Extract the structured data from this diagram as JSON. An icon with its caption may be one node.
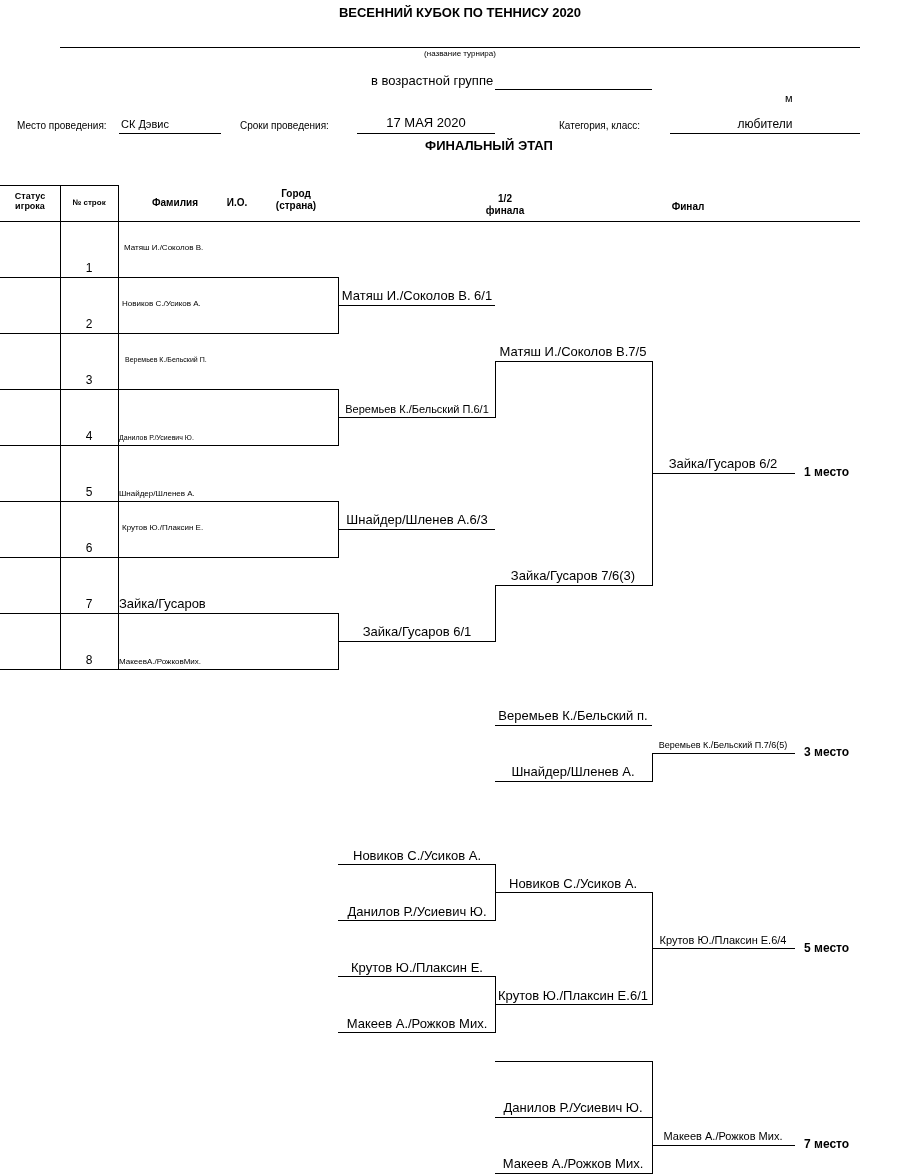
{
  "diagram": {
    "title": "ВЕСЕННИЙ КУБОК ПО ТЕННИСУ 2020",
    "labels": [
      "(название турнира)",
      "в возрастной группе",
      "м",
      "Место проведения:",
      "СК Дэвис",
      "Сроки проведения:",
      "17 МАЯ 2020",
      "Категория, класс:",
      "любители",
      "ФИНАЛЬНЫЙ ЭТАП",
      "Статус игрока",
      "№ строк",
      "Фамилия",
      "И.О.",
      "Город (страна)",
      "1/2 финала",
      "Финал",
      "Матяш И./Соколов В.",
      "1",
      "Матяш И./Соколов В. 6/1",
      "Новиков С./Усиков А.",
      "2",
      "Матяш И./Соколов В.7/5",
      "Веремьев К./Бельский П.",
      "3",
      "Веремьев К./Бельский П.6/1",
      "4",
      "Данилов Р./Усиевич Ю.",
      "Зайка/Гусаров 6/2",
      "1 место",
      "5",
      "Шнайдер/Шленев А.",
      "Шнайдер/Шленев А.6/3",
      "Крутов Ю./Плаксин Е.",
      "6",
      "Зайка/Гусаров 7/6(3)",
      "7",
      "Зайка/Гусаров",
      "Зайка/Гусаров 6/1",
      "8",
      "МакеевА./РожковМих.",
      "Веремьев К./Бельский п.",
      "Веремьев К./Бельский П.7/6(5)",
      "3 место",
      "Шнайдер/Шленев А.",
      "Новиков С./Усиков А.",
      "Новиков С./Усиков А.",
      "Данилов Р./Усиевич Ю.",
      "Крутов Ю./Плаксин Е.6/4",
      "5 место",
      "Крутов Ю./Плаксин Е.",
      "Крутов Ю./Плаксин Е.6/1",
      "Макеев А./Рожков Мих.",
      "Данилов Р./Усиевич Ю.",
      "Макеев А./Рожков Мих.",
      "7 место",
      "Макеев А./Рожков Мих."
    ]
  }
}
